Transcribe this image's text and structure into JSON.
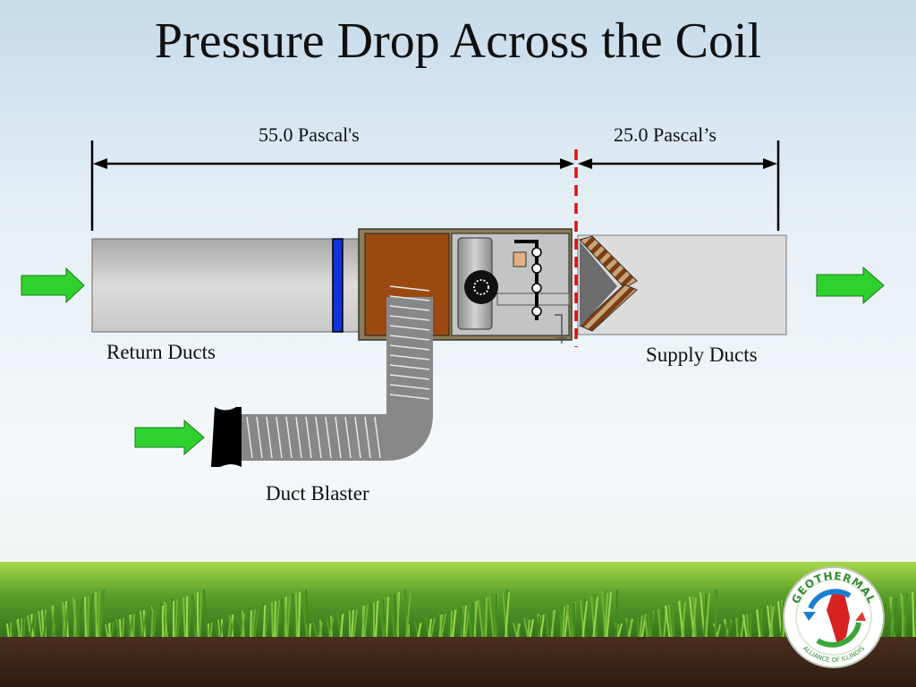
{
  "slide": {
    "title": "Pressure Drop Across the Coil"
  },
  "measurements": {
    "left_label": "55.0 Pascal's",
    "right_label": "25.0 Pascal’s"
  },
  "labels": {
    "return_ducts": "Return Ducts",
    "supply_ducts": "Supply Ducts",
    "duct_blaster": "Duct Blaster"
  },
  "logo": {
    "text_top": "GEOTHERMAL",
    "text_bottom": "ALLIANCE OF ILLINOIS"
  },
  "colors": {
    "arrow_green": "#2fd12f",
    "test_line_red": "#d11",
    "filter_blue": "#1133dd",
    "coil_brown": "#9a4a10"
  }
}
